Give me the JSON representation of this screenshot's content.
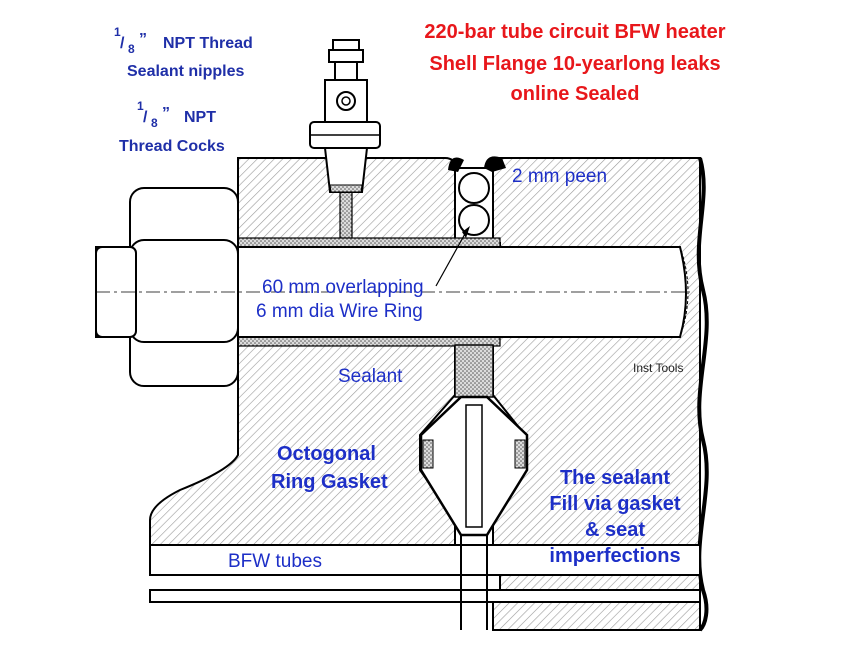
{
  "title": {
    "line1": "220-bar tube circuit BFW heater",
    "line2": "Shell Flange 10-yearlong leaks",
    "line3": "online Sealed"
  },
  "labels": {
    "nipples": {
      "sup": "1",
      "sub": "8",
      "mark": "”",
      "line1": "NPT Thread",
      "line2": "Sealant nipples"
    },
    "cocks": {
      "sup": "1",
      "sub": "8",
      "mark": "”",
      "line1": "NPT",
      "line2": "Thread Cocks"
    },
    "peen": "2 mm peen",
    "wire_ring": {
      "line1": "60 mm overlapping",
      "line2": "6 mm dia Wire Ring"
    },
    "sealant": "Sealant",
    "gasket": {
      "line1": "Octogonal",
      "line2": "Ring Gasket"
    },
    "fill": {
      "line1": "The sealant",
      "line2": "Fill via gasket",
      "line3": "& seat",
      "line4": "imperfections"
    },
    "tubes": "BFW tubes",
    "watermark": "Inst Tools"
  },
  "colors": {
    "red_title": "#e8171b",
    "navy_label": "#1f2fa8",
    "blue_label": "#1d2fc7",
    "outline": "#000000",
    "hatch": "#9a9a9a",
    "sealant_fill": "#d8d8d8"
  }
}
